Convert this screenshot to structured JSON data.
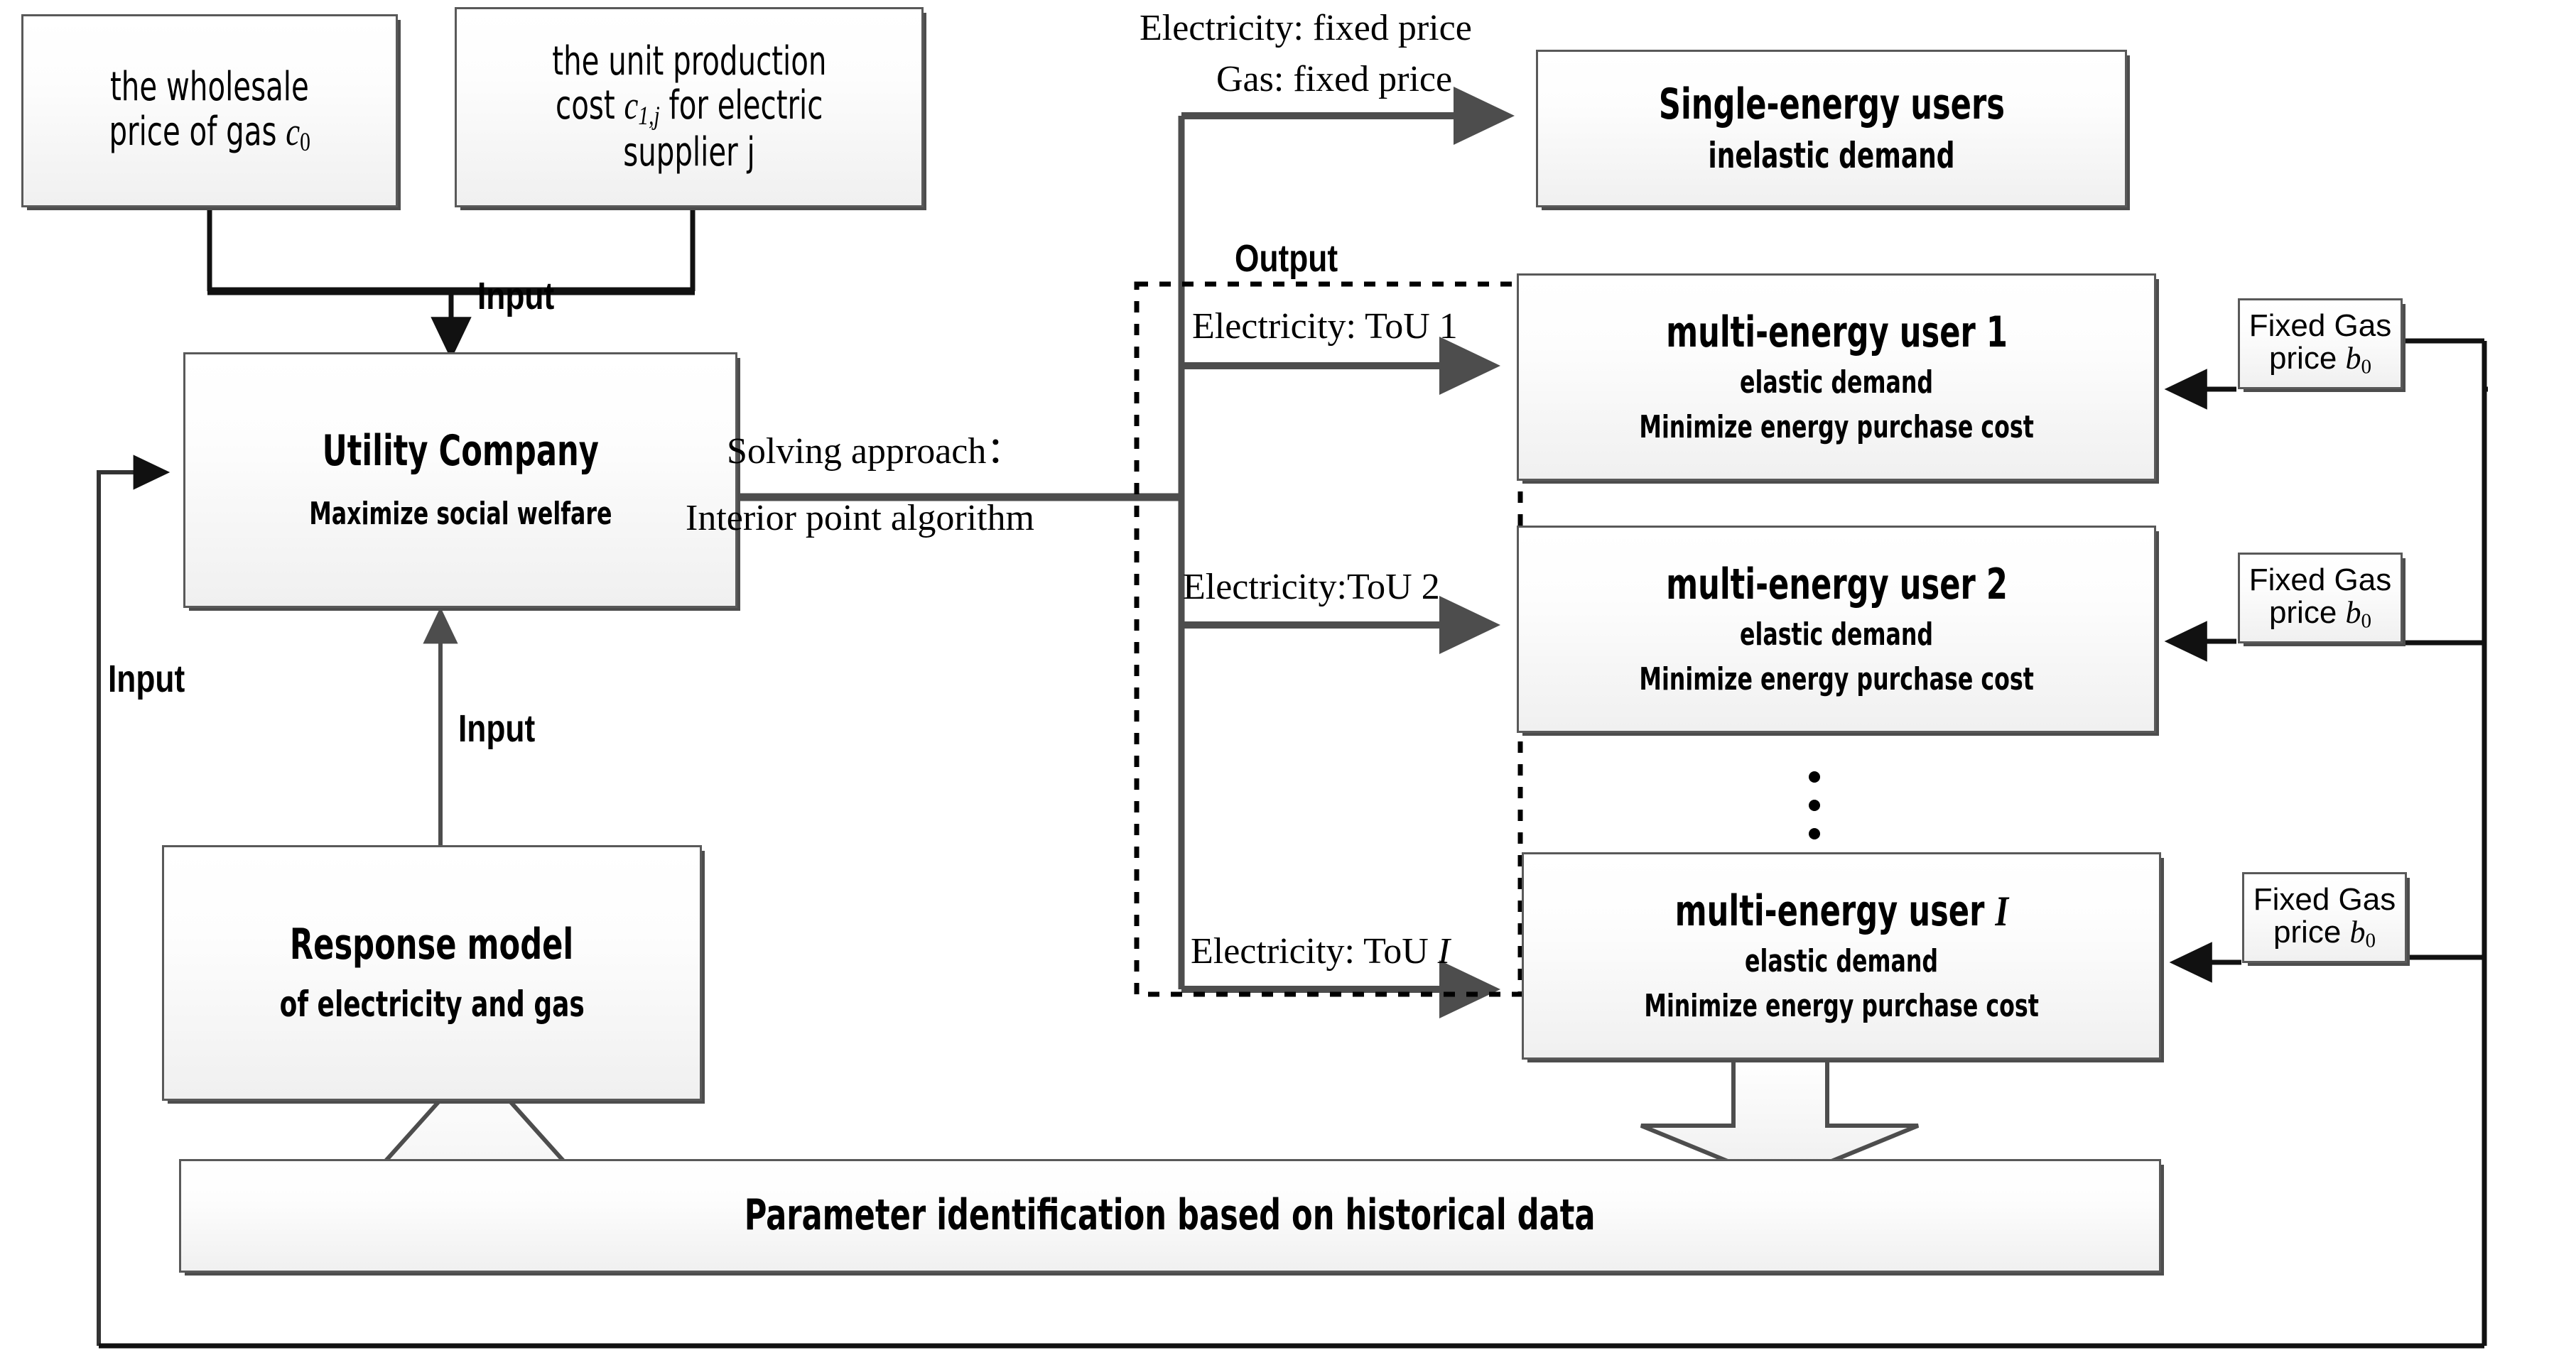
{
  "diagram": {
    "title": "Utility company and multi-energy user interaction framework",
    "colors": {
      "line": "#404040",
      "box_border": "#595959",
      "box_fill": "#f2f2f2",
      "text": "#000000"
    },
    "inputs": [
      {
        "id": "wholesale-gas",
        "line1": "the wholesale",
        "line2": "price of gas",
        "symbol": "c",
        "symbol_sub": "0"
      },
      {
        "id": "unit-production-cost",
        "line1": "the unit production",
        "line2_pre": "cost",
        "symbol": "c",
        "symbol_sub": "1,j",
        "line2_post": "for electric",
        "line3": "supplier j"
      }
    ],
    "utility": {
      "title": "Utility Company",
      "subtitle": "Maximize social welfare"
    },
    "response_model": {
      "line1": "Response model",
      "line2": "of electricity and gas"
    },
    "parameter_bar": {
      "label": "Parameter identification based on  historical data"
    },
    "single_energy": {
      "title": "Single-energy users",
      "subtitle": "inelastic demand"
    },
    "multi_users": [
      {
        "title_pre": "multi-energy user",
        "title_idx": "1",
        "title_idx_italic": false,
        "line2": "elastic demand",
        "line3": "Minimize energy purchase cost"
      },
      {
        "title_pre": "multi-energy user",
        "title_idx": "2",
        "title_idx_italic": false,
        "line2": "elastic demand",
        "line3": "Minimize energy purchase cost"
      },
      {
        "title_pre": "multi-energy user",
        "title_idx": "I",
        "title_idx_italic": true,
        "line2": "elastic demand",
        "line3": "Minimize energy purchase cost"
      }
    ],
    "gas_price_boxes": [
      {
        "line1": "Fixed Gas",
        "line2_pre": "price",
        "symbol": "b",
        "symbol_sub": "0"
      },
      {
        "line1": "Fixed Gas",
        "line2_pre": "price",
        "symbol": "b",
        "symbol_sub": "0"
      },
      {
        "line1": "Fixed Gas",
        "line2_pre": "price",
        "symbol": "b",
        "symbol_sub": "0"
      }
    ],
    "labels": {
      "input_top": "Input",
      "input_left": "Input",
      "input_bottom": "Input",
      "output": "Output",
      "solving_line1": "Solving approach：",
      "solving_line2": "Interior point algorithm",
      "electricity_fixed": "Electricity: fixed price",
      "gas_fixed": "Gas: fixed price",
      "tou_1": "Electricity: ToU 1",
      "tou_2": "Electricity:ToU 2",
      "tou_I_pre": "Electricity: ToU",
      "tou_I_sym": "I"
    }
  }
}
